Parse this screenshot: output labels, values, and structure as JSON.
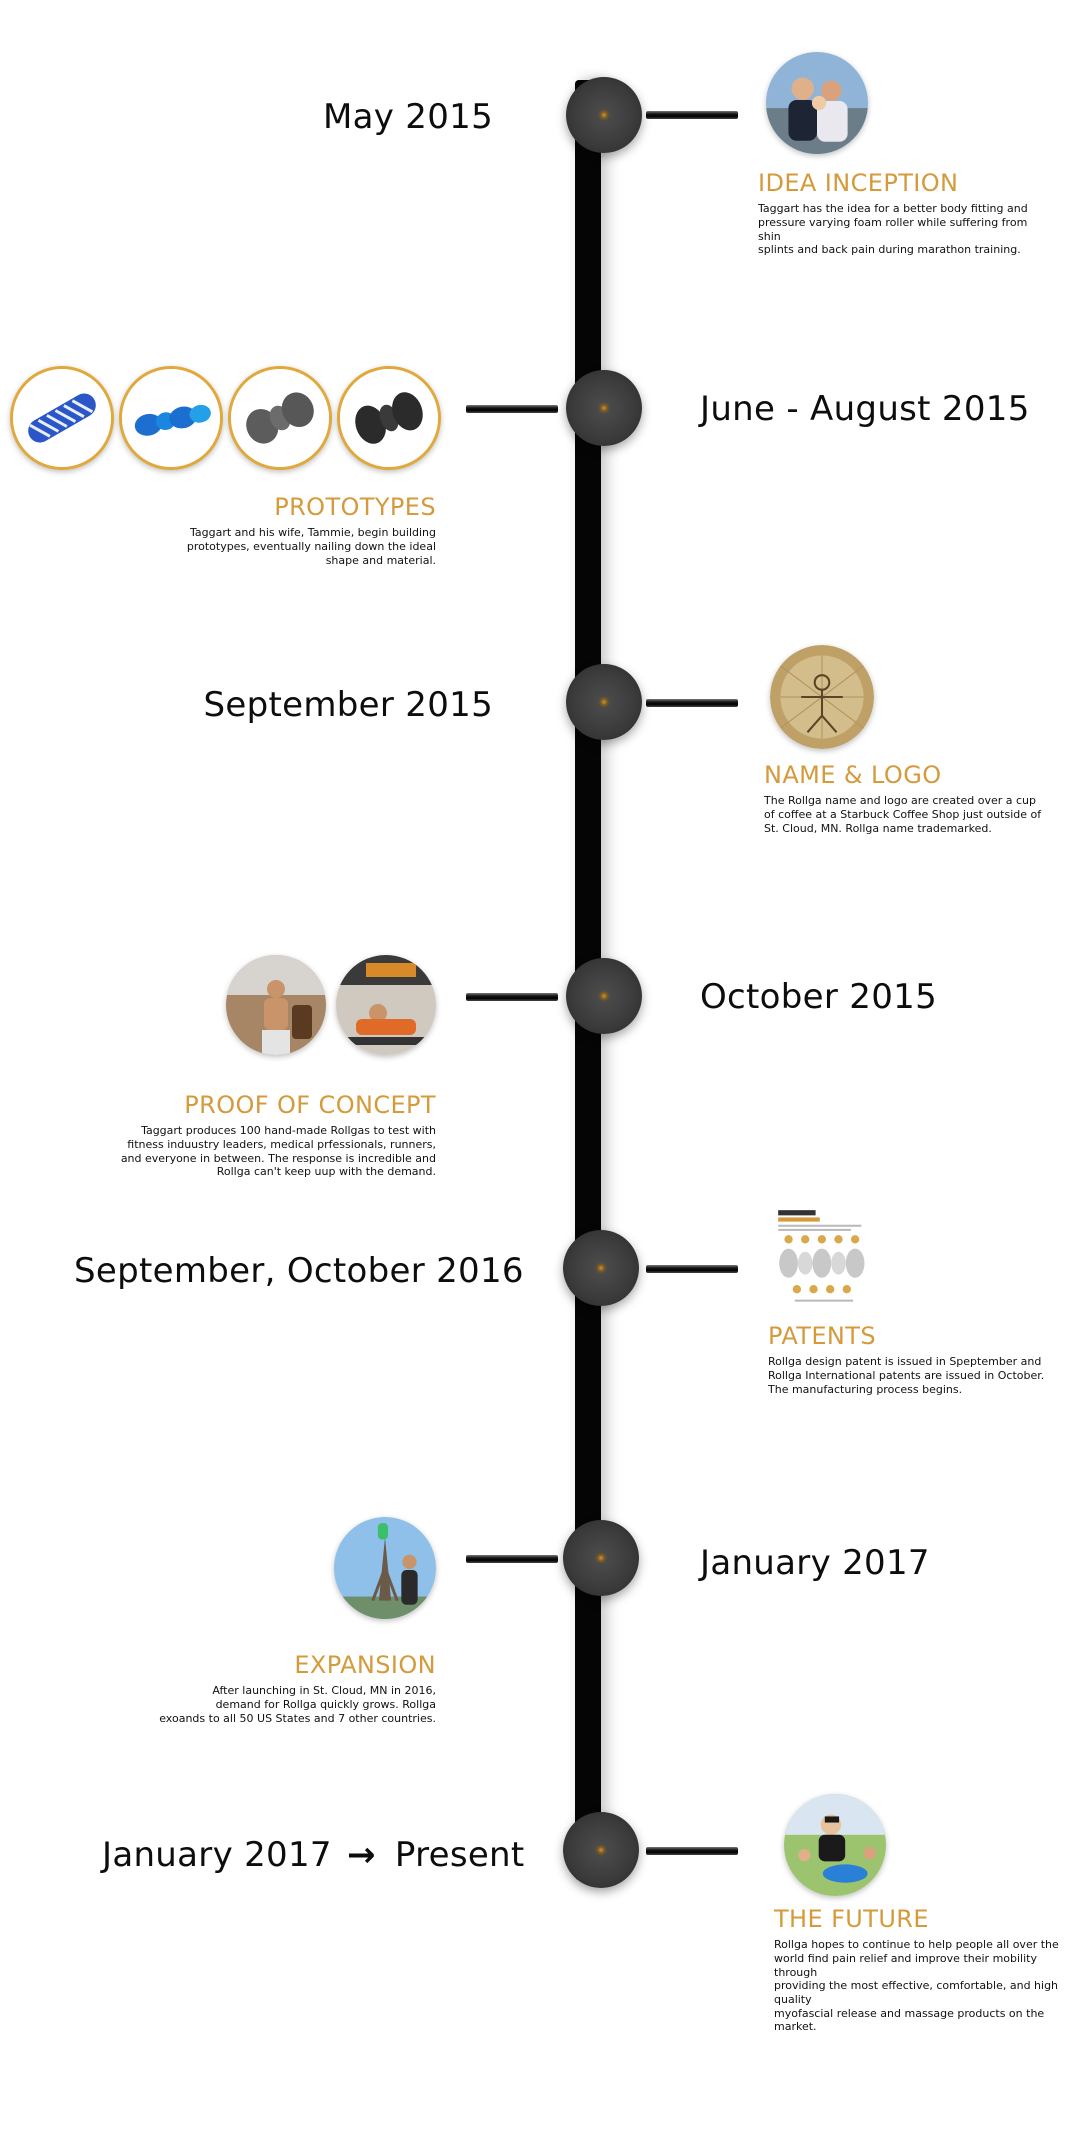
{
  "colors": {
    "accent": "#d49a3b",
    "line": "#050505",
    "node_core": "#c89434",
    "text": "#0d0d0d"
  },
  "milestones": [
    {
      "date": "May 2015",
      "title": "IDEA INCEPTION",
      "lines": [
        "Taggart has the idea for a better body fitting and",
        "pressure varying foam roller while suffering from shin",
        "splints and back pain during marathon training."
      ],
      "image": "couple-photo"
    },
    {
      "date": "June - August 2015",
      "title": "PROTOTYPES",
      "lines": [
        "Taggart and his wife, Tammie, begin building",
        "prototypes, eventually nailing down the ideal",
        "shape and material."
      ],
      "image": "roller-prototypes"
    },
    {
      "date": "September 2015",
      "title": "NAME & LOGO",
      "lines": [
        "The Rollga name and logo are created over a cup",
        "of coffee at a Starbuck Coffee Shop just outside of",
        "St. Cloud, MN.  Rollga name trademarked."
      ],
      "image": "logo-sketch"
    },
    {
      "date": "October 2015",
      "title": "PROOF OF CONCEPT",
      "lines": [
        "Taggart produces 100 hand-made Rollgas to test with",
        "fitness induustry leaders, medical prfessionals, runners,",
        "and everyone in between.  The response is incredible and",
        "Rollga can't keep uup with the demand."
      ],
      "image": "gym-photos"
    },
    {
      "date": "September, October 2016",
      "title": "PATENTS",
      "lines": [
        "Rollga design patent is issued in Speptember and",
        "Rollga International patents are issued in October.",
        "The manufacturing process begins."
      ],
      "image": "patent-diagram"
    },
    {
      "date": "January 2017",
      "title": "EXPANSION",
      "lines": [
        "After launching in St. Cloud, MN in 2016,",
        "demand for Rollga quickly grows.  Rollga",
        "exoands to all 50 US States and 7 other countries."
      ],
      "image": "eiffel-tower-photo"
    },
    {
      "date_start": "January 2017",
      "date_end": "Present",
      "title": "THE FUTURE",
      "lines": [
        "Rollga hopes to continue to help people all over the",
        "world find pain relief and improve their mobility through",
        "providing the most effective, comfortable, and high quality",
        "myofascial release and massage products on the market."
      ],
      "image": "yoga-photo"
    }
  ]
}
